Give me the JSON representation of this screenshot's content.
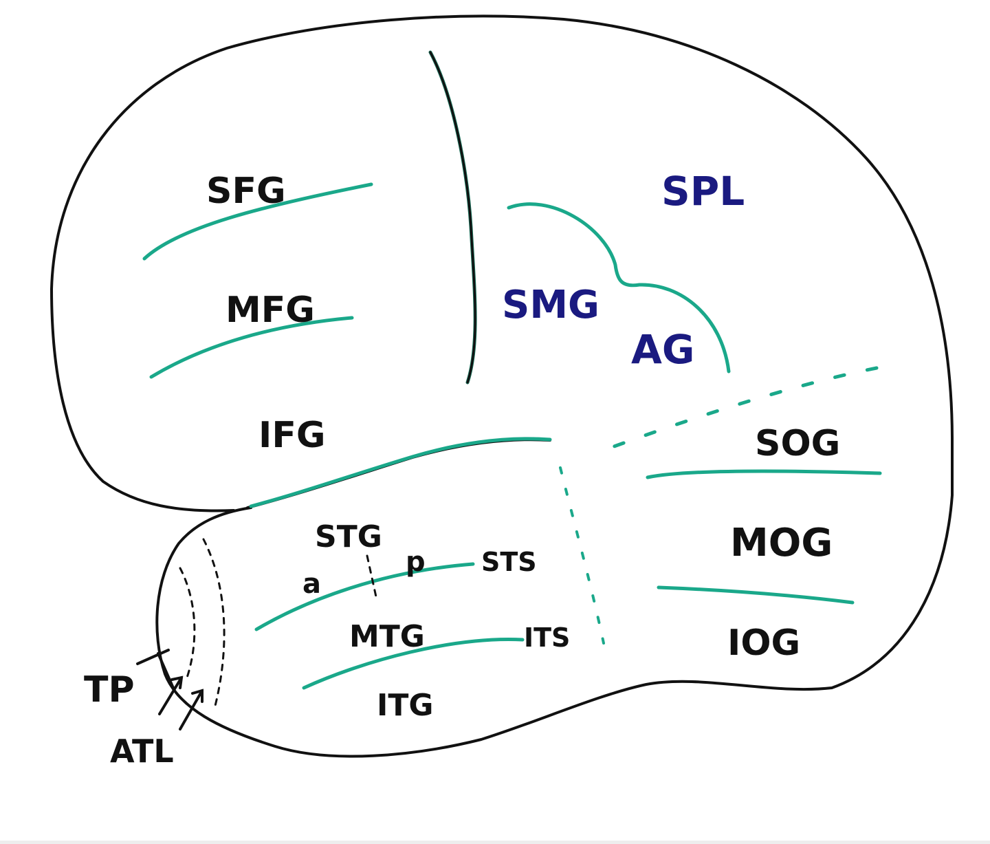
{
  "colors": {
    "outline": "#111111",
    "sulcus": "#1aa88a",
    "label_frontal": "#111111",
    "label_parietal": "#1a1a80",
    "background": "#ffffff"
  },
  "labels": {
    "sfg": "SFG",
    "mfg": "MFG",
    "ifg": "IFG",
    "spl": "SPL",
    "smg": "SMG",
    "ag": "AG",
    "sog": "SOG",
    "mog": "MOG",
    "iog": "IOG",
    "stg": "STG",
    "mtg": "MTG",
    "itg": "ITG",
    "sts": "STS",
    "its": "ITS",
    "a": "a",
    "p": "p",
    "tp": "TP",
    "atl": "ATL"
  }
}
